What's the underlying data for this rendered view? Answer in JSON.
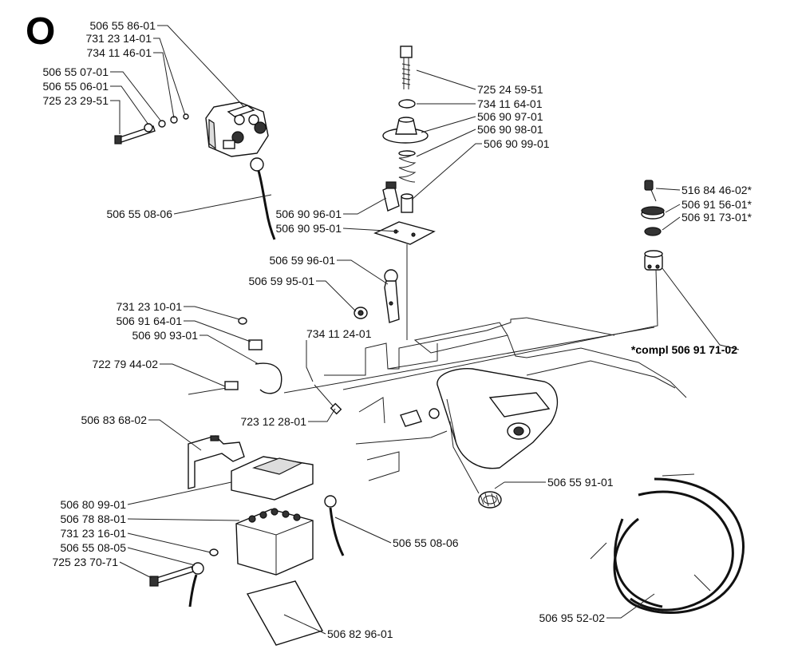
{
  "section_letter": "O",
  "compl_label": "*compl 506 91 71-02",
  "labels": [
    {
      "id": "l1",
      "text": "506 55 86-01"
    },
    {
      "id": "l2",
      "text": "731 23 14-01"
    },
    {
      "id": "l3",
      "text": "734 11 46-01"
    },
    {
      "id": "l4",
      "text": "506 55 07-01"
    },
    {
      "id": "l5",
      "text": "506 55 06-01"
    },
    {
      "id": "l6",
      "text": "725 23 29-51"
    },
    {
      "id": "l7",
      "text": "506 55 08-06"
    },
    {
      "id": "l8",
      "text": "725 24 59-51"
    },
    {
      "id": "l9",
      "text": "734 11 64-01"
    },
    {
      "id": "l10",
      "text": "506 90 97-01"
    },
    {
      "id": "l11",
      "text": "506 90 98-01"
    },
    {
      "id": "l12",
      "text": "506 90 99-01"
    },
    {
      "id": "l13",
      "text": "506 90 96-01"
    },
    {
      "id": "l14",
      "text": "506 90 95-01"
    },
    {
      "id": "l15",
      "text": "516 84 46-02*"
    },
    {
      "id": "l16",
      "text": "506 91 56-01*"
    },
    {
      "id": "l17",
      "text": "506 91 73-01*"
    },
    {
      "id": "l18",
      "text": "506 59 96-01"
    },
    {
      "id": "l19",
      "text": "506 59 95-01"
    },
    {
      "id": "l20",
      "text": "731 23 10-01"
    },
    {
      "id": "l21",
      "text": "506 91 64-01"
    },
    {
      "id": "l22",
      "text": "506 90 93-01"
    },
    {
      "id": "l23",
      "text": "734 11 24-01"
    },
    {
      "id": "l24",
      "text": "722 79 44-02"
    },
    {
      "id": "l25",
      "text": "723 12 28-01"
    },
    {
      "id": "l26",
      "text": "506 83 68-02"
    },
    {
      "id": "l27",
      "text": "506 55 91-01"
    },
    {
      "id": "l28",
      "text": "506 80 99-01"
    },
    {
      "id": "l29",
      "text": "506 78 88-01"
    },
    {
      "id": "l30",
      "text": "731 23 16-01"
    },
    {
      "id": "l31",
      "text": "506 55 08-05"
    },
    {
      "id": "l32",
      "text": "725 23 70-71"
    },
    {
      "id": "l33",
      "text": "506 55 08-06"
    },
    {
      "id": "l34",
      "text": "506 95 52-02"
    },
    {
      "id": "l35",
      "text": "506 82 96-01"
    }
  ]
}
